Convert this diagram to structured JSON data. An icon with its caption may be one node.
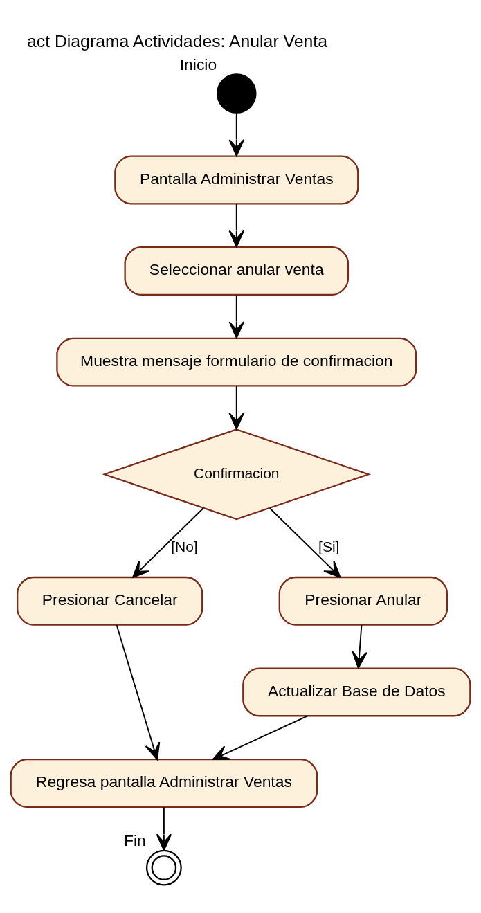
{
  "diagram": {
    "title": "act Diagrama Actividades: Anular Venta",
    "nodes": [
      {
        "text": [],
        "shape": "circle",
        "beside": [
          "Inicio"
        ]
      },
      {
        "text": [
          "Pantalla Administrar Ventas"
        ]
      },
      {
        "text": [
          "Seleccionar anular venta"
        ]
      },
      {
        "text": [
          "Muestra mensaje formulario de confirmacion"
        ]
      },
      {
        "text": [
          "Confirmacion"
        ]
      },
      {
        "text": [
          "Presionar Cancelar"
        ]
      },
      {
        "text": [
          "Presionar Anular"
        ]
      },
      {
        "text": [
          "Actualizar Base de Datos"
        ]
      },
      {
        "text": [
          "Regresa pantalla Administrar Ventas"
        ]
      },
      {
        "text": [],
        "shape": "circle",
        "beside": [
          "Fin"
        ]
      }
    ],
    "edges": [
      {
        "from": 0,
        "to": 1,
        "arrow": "to"
      },
      {
        "from": 1,
        "to": 2,
        "arrow": "to"
      },
      {
        "from": 2,
        "to": 3,
        "arrow": "to"
      },
      {
        "from": 3,
        "to": 4,
        "arrow": "to"
      },
      {
        "from": 4,
        "to": 5,
        "arrow": "to",
        "label": "[No]"
      },
      {
        "from": 4,
        "to": 6,
        "arrow": "to",
        "label": "[Si]"
      },
      {
        "from": 6,
        "to": 7,
        "arrow": "to"
      },
      {
        "from": 5,
        "to": 8,
        "arrow": "to"
      },
      {
        "from": 7,
        "to": 8,
        "arrow": "to"
      },
      {
        "from": 8,
        "to": 9,
        "arrow": "to"
      }
    ]
  }
}
